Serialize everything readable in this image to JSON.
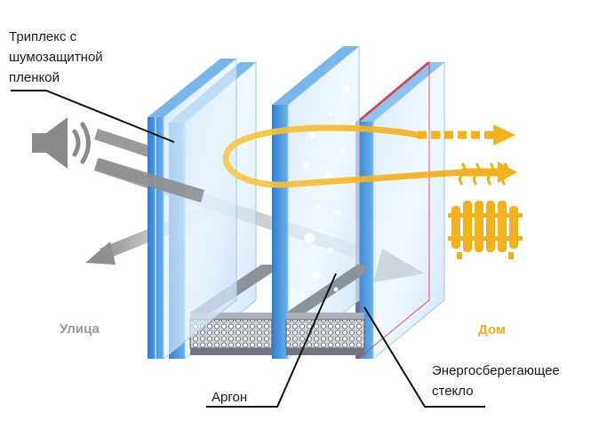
{
  "labels": {
    "triplex": "Триплекс с\nшумозащитной\nпленкой",
    "street": "Улица",
    "home": "Дом",
    "argon": "Аргон",
    "energy_glass": "Энергосберегающее\nстекло"
  },
  "icons": [
    "speaker-icon",
    "radiator-icon",
    "heat-waves-icon"
  ],
  "colors": {
    "glass_edge": "#3f8fd6",
    "glass_face": "#d9ecfb",
    "heat_arrow": "#f2b21e",
    "sound_arrow": "#8f8f8f",
    "energy_coating": "#e23a3a",
    "street_label": "#9a9a9a",
    "home_label": "#f2b21e"
  }
}
